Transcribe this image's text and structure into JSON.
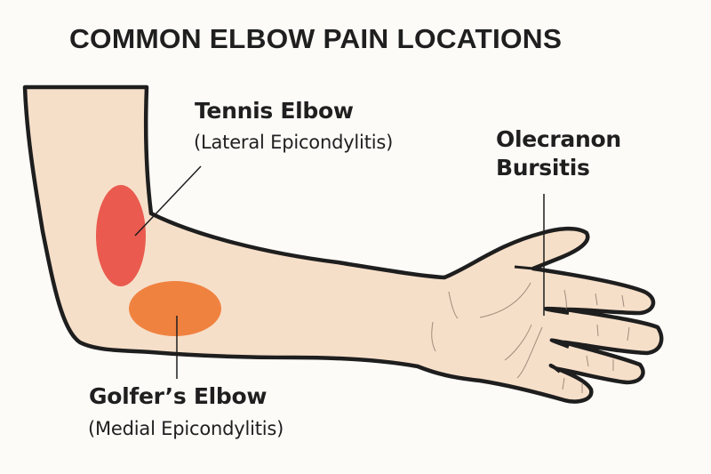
{
  "title": "COMMON ELBOW PAIN LOCATIONS",
  "labels": {
    "tennis": {
      "name": "Tennis Elbow",
      "detail": "(Lateral Epicondylitis)",
      "color": "#ea5a4e"
    },
    "golfer": {
      "name": "Golfer’s Elbow",
      "detail": "(Medial Epicondylitis)",
      "color": "#f08240"
    },
    "olecranon": {
      "name_line1": "Olecranon",
      "name_line2": "Bursitis"
    }
  },
  "colors": {
    "skin": "#f6dfc9",
    "outline": "#1e1e1e",
    "background": "#fcfbf8"
  }
}
